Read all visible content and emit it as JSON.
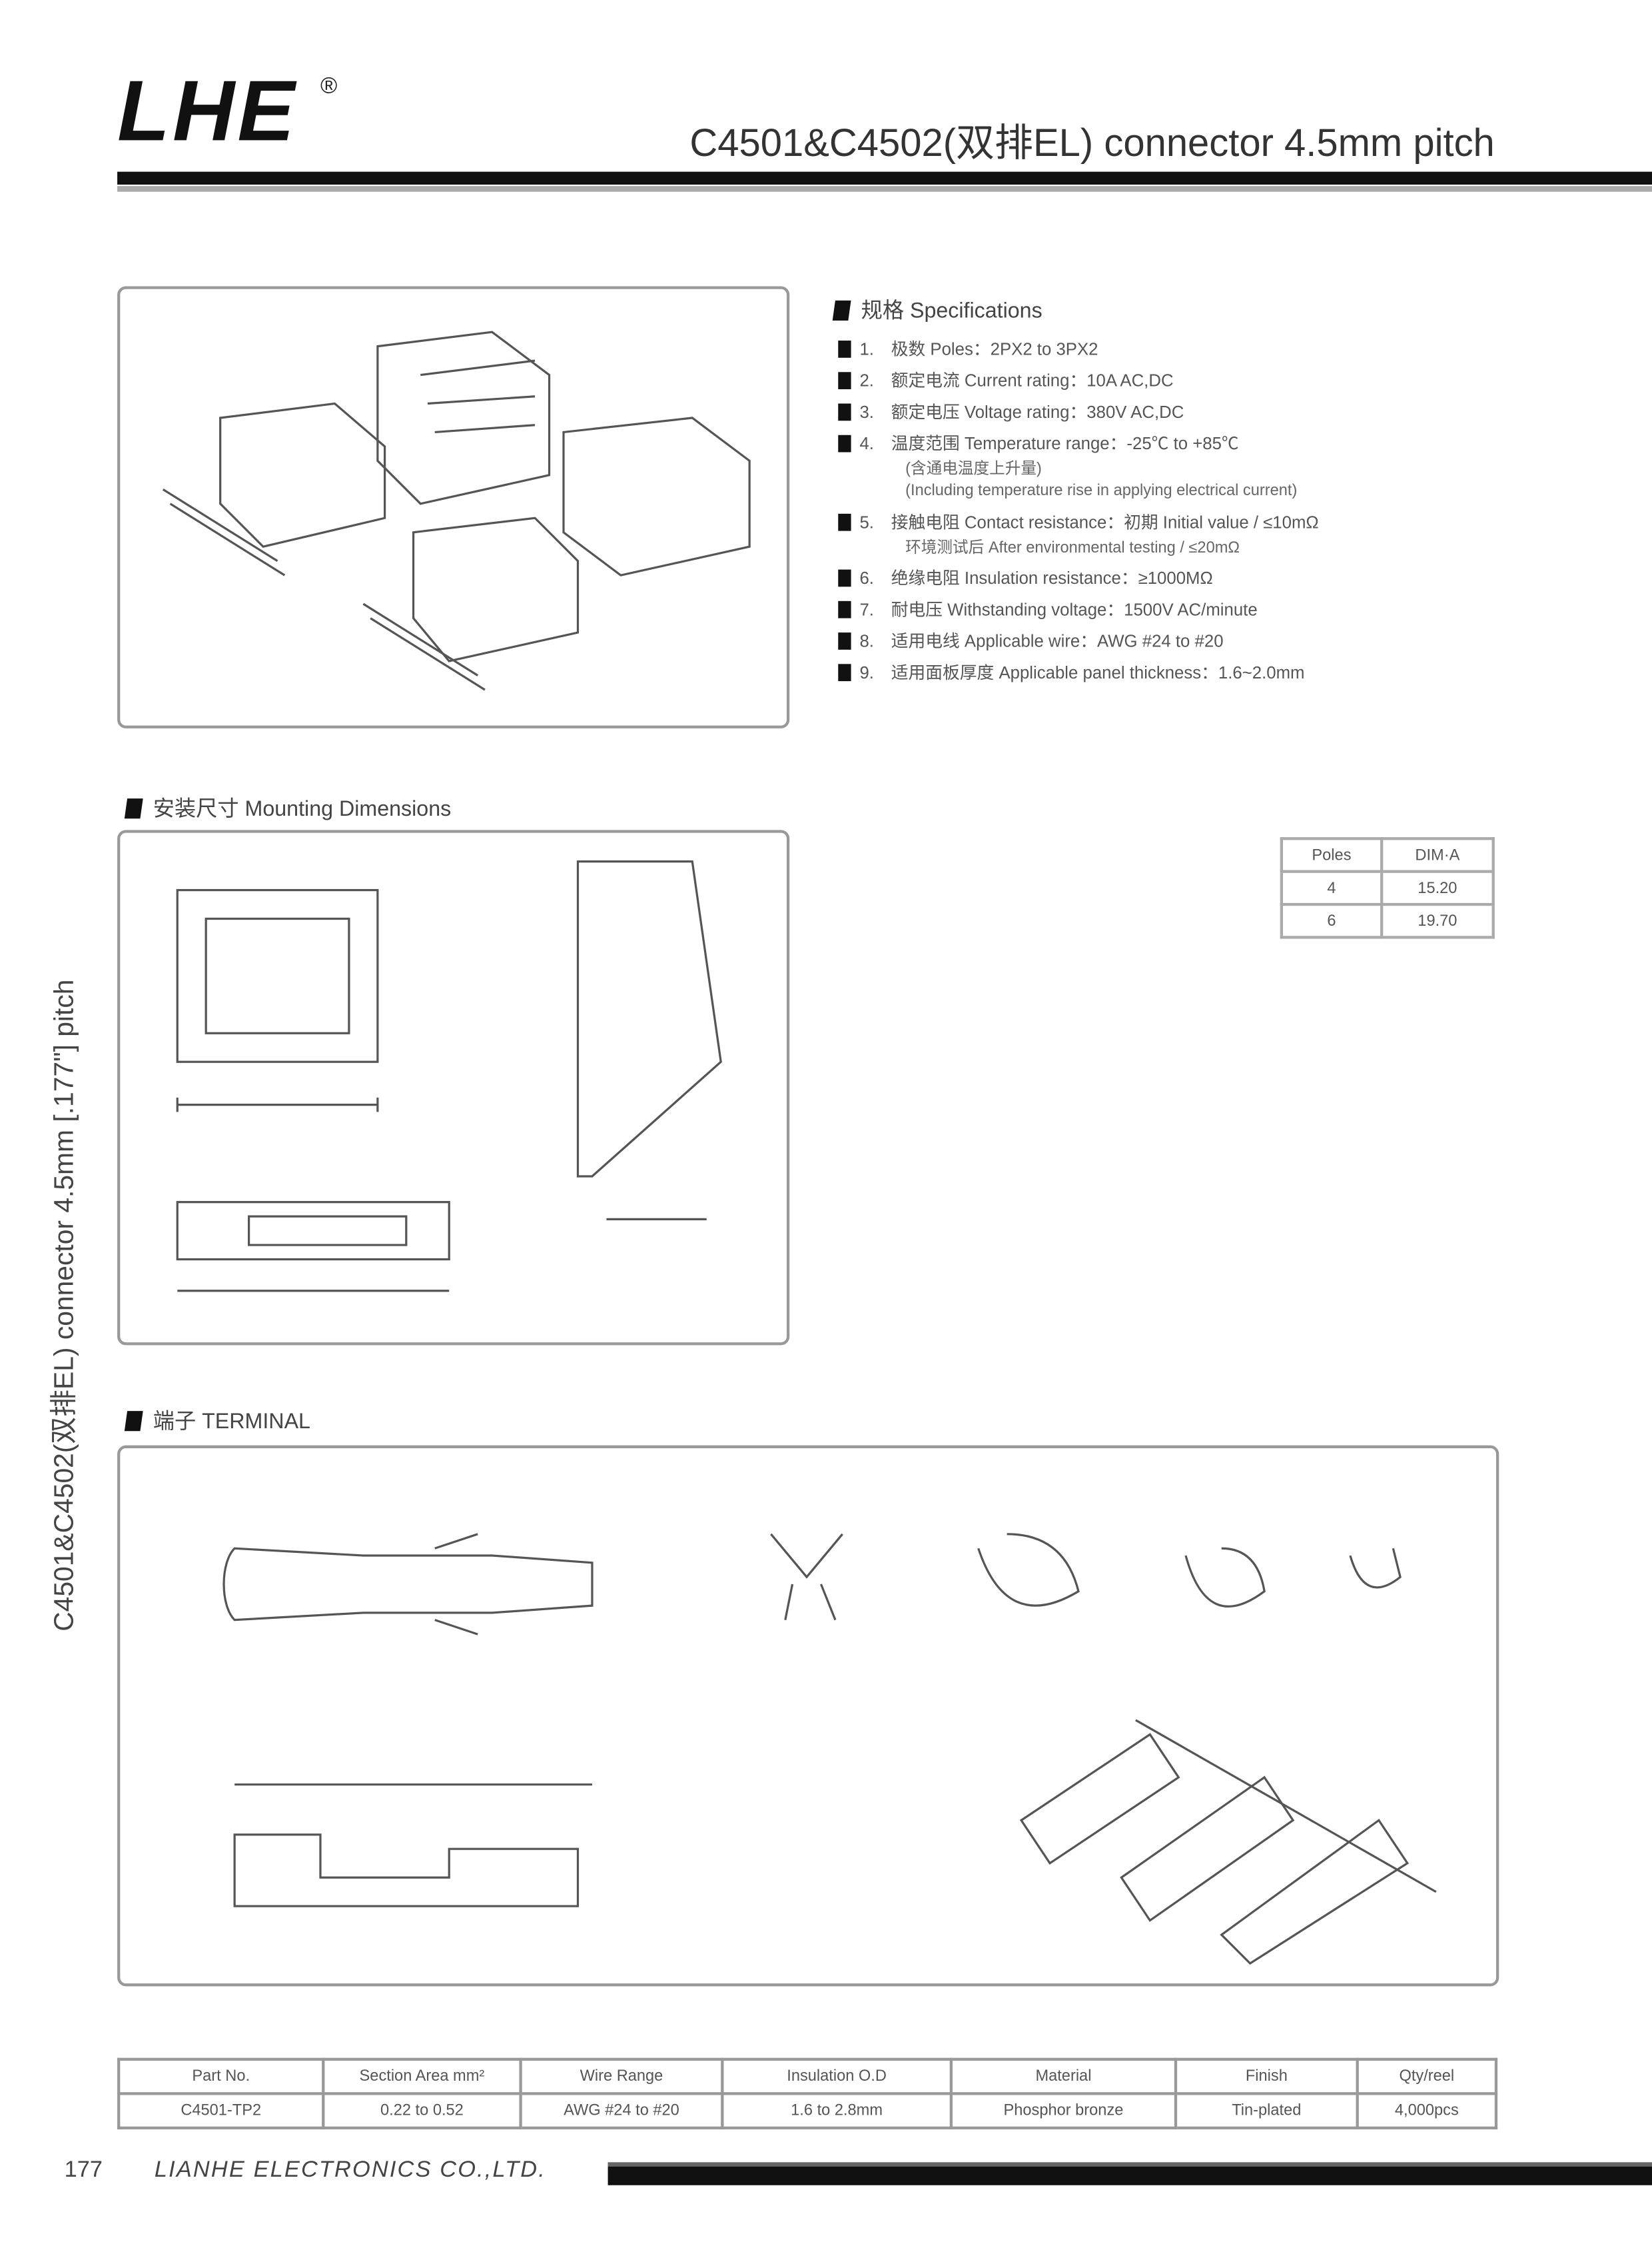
{
  "header": {
    "logo": "LHE",
    "logo_mark": "®",
    "title": "C4501&C4502(双排EL) connector 4.5mm pitch"
  },
  "side_label": "C4501&C4502(双排EL) connector 4.5mm [.177\"] pitch",
  "specifications": {
    "heading": "规格 Specifications",
    "items": [
      {
        "num": "1.",
        "text": "极数 Poles：2PX2 to 3PX2"
      },
      {
        "num": "2.",
        "text": "额定电流 Current rating：10A  AC,DC"
      },
      {
        "num": "3.",
        "text": "额定电压 Voltage rating：380V  AC,DC"
      },
      {
        "num": "4.",
        "text": "温度范围 Temperature range：-25℃ to +85℃",
        "sub1": "(含通电温度上升量)",
        "sub2": "(Including temperature rise in applying electrical current)"
      },
      {
        "num": "5.",
        "text": "接触电阻 Contact resistance：初期 Initial value / ≤10mΩ",
        "sub1": "环境测试后 After environmental testing / ≤20mΩ"
      },
      {
        "num": "6.",
        "text": "绝缘电阻 Insulation resistance：≥1000MΩ"
      },
      {
        "num": "7.",
        "text": "耐电压 Withstanding voltage：1500V  AC/minute"
      },
      {
        "num": "8.",
        "text": "适用电线 Applicable wire：AWG #24 to #20"
      },
      {
        "num": "9.",
        "text": "适用面板厚度 Applicable panel thickness：1.6~2.0mm"
      }
    ]
  },
  "mounting": {
    "heading": "安装尺寸 Mounting Dimensions"
  },
  "dim_table": {
    "headers": [
      "Poles",
      "DIM·A"
    ],
    "rows": [
      [
        "4",
        "15.20"
      ],
      [
        "6",
        "19.70"
      ]
    ]
  },
  "terminal": {
    "heading": "端子 TERMINAL"
  },
  "part_table": {
    "headers": [
      "Part No.",
      "Section Area mm²",
      "Wire Range",
      "Insulation O.D",
      "Material",
      "Finish",
      "Qty/reel"
    ],
    "rows": [
      [
        "C4501-TP2",
        "0.22 to 0.52",
        "AWG #24 to #20",
        "1.6 to 2.8mm",
        "Phosphor bronze",
        "Tin-plated",
        "4,000pcs"
      ]
    ]
  },
  "footer": {
    "page": "177",
    "company": "LIANHE ELECTRONICS CO.,LTD."
  }
}
